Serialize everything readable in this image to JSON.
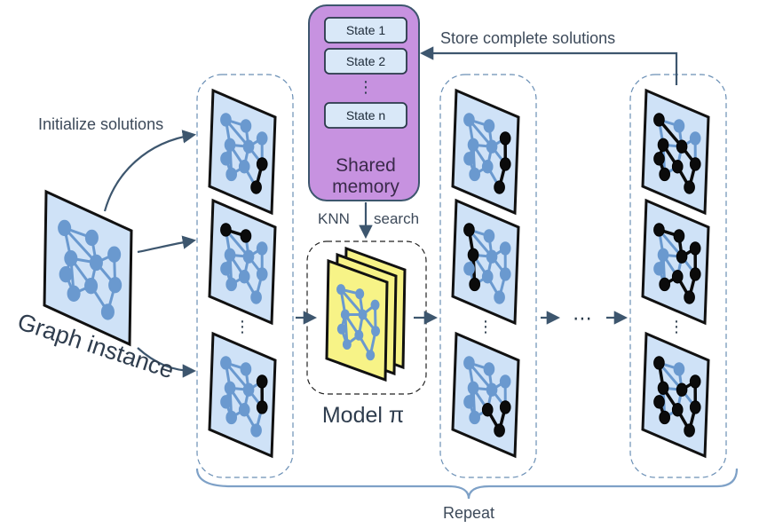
{
  "labels": {
    "initialize": "Initialize solutions",
    "store": "Store complete solutions",
    "graph_instance": "Graph instance",
    "knn": "KNN",
    "search": "search",
    "shared": "Shared",
    "memory": "memory",
    "model": "Model π",
    "repeat": "Repeat",
    "vdots": "⋮",
    "hdots": "⋯"
  },
  "memory_states": [
    "State 1",
    "State 2",
    "State n"
  ],
  "colors": {
    "arrow": "#3d566e",
    "panel_fill": "#cfe2f7",
    "node": "#6a99cf",
    "highlight": "#0b0b0b",
    "memory_fill": "#c792e0",
    "memory_border": "#3d566e",
    "state_fill": "#d9e8f8",
    "model_fill": "#f7f387",
    "group_border": "#6a8fb5",
    "brace": "#7ea1c7",
    "text": "#3d4a5a"
  },
  "icons": [
    "graph-icon",
    "arrow-icon",
    "brace-icon"
  ]
}
